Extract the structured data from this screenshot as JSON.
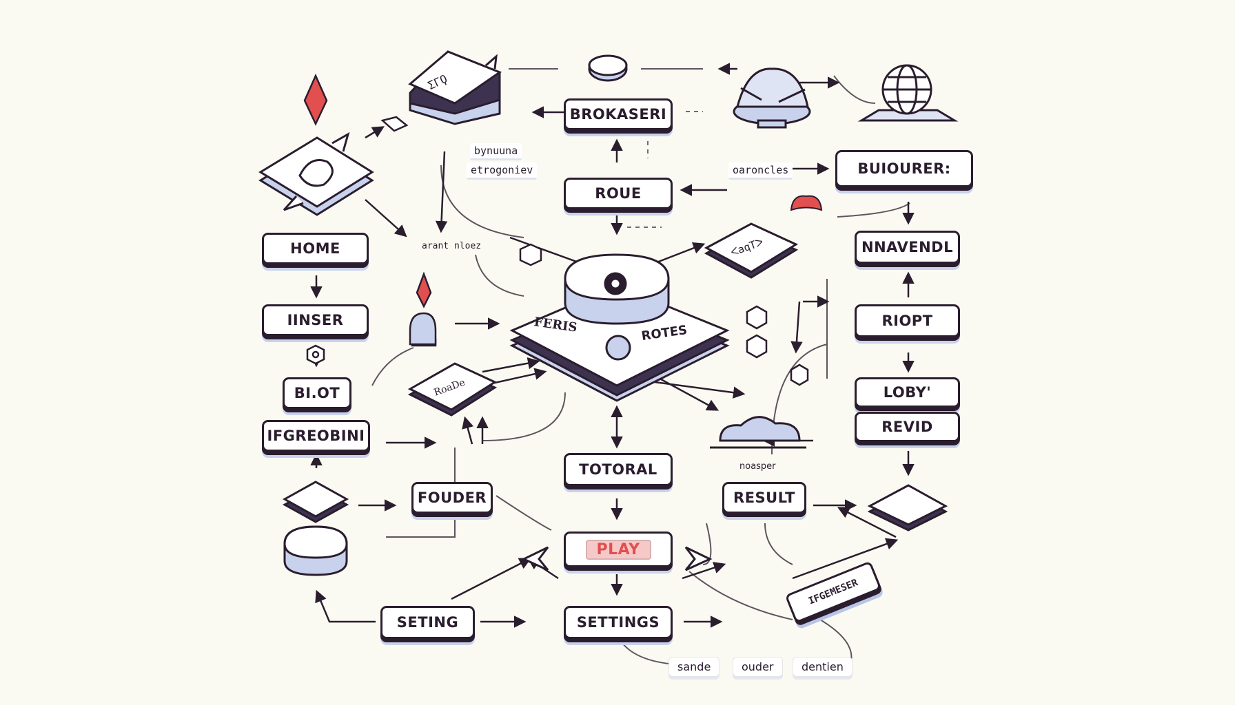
{
  "colors": {
    "ink": "#2a1d2e",
    "accent_blue": "#c9d2ec",
    "accent_red": "#e24f4f",
    "background": "#fbfaf2"
  },
  "icons": [
    "red-diamond-icon",
    "speech-bubble-icon",
    "stacked-cards-icon",
    "cloud-icon",
    "dome-icon",
    "globe-icon",
    "cube-icon",
    "hexagon-icon",
    "gear-icon",
    "pin-icon",
    "platform-icon"
  ],
  "nodes": {
    "brokaseri": "BROKASERI",
    "roue": "ROUE",
    "home": "HOME",
    "iinser": "IINSER",
    "biot": "BI.OT",
    "ifgreobini": "IFGREOBINI",
    "fouder": "FOUDER",
    "totoral": "TOTORAL",
    "play": "PLAY",
    "seting": "SETING",
    "settings": "SETTINGS",
    "buiourer": "BUIOURER:",
    "nnavendl": "NNAVENDL",
    "riopt": "RIOPT",
    "loby": "LOBY'",
    "revid": "REVID",
    "result": "RESULT"
  },
  "labels": {
    "bynuuna": "bynuuna",
    "etrogoniev": "etrogoniev",
    "oaroncles": "oaroncles",
    "arant_nloez": "arant nloez",
    "noasper": "noasper",
    "sande": "sande",
    "ouder": "ouder",
    "dentien": "dentien"
  },
  "central_platform": {
    "left_text": "FERIS",
    "right_text": "ROTES"
  },
  "misc": {
    "card_glyph": "ΣΓϘ",
    "roane_glyph": "RoaDe",
    "small_card_glyph": "ᐸaqTᐳ",
    "tilted_label": "IFGEMESER"
  }
}
